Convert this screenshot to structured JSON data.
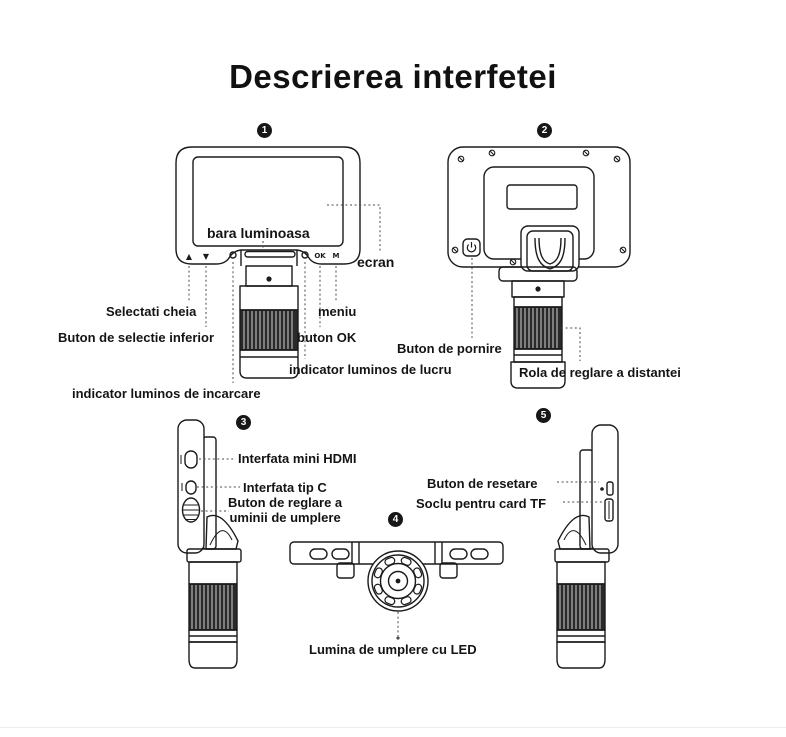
{
  "title": "Descrierea interfetei",
  "figures": [
    {
      "number": "1"
    },
    {
      "number": "2"
    },
    {
      "number": "3"
    },
    {
      "number": "4"
    },
    {
      "number": "5"
    }
  ],
  "bezel": {
    "up": "▲",
    "down": "▼",
    "ok": "OK",
    "menu": "M"
  },
  "labels": {
    "bara_luminoasa": "bara luminoasa",
    "ecran": "ecran",
    "selectati_cheia": "Selectati cheia",
    "buton_selectie_inferior": "Buton de selectie inferior",
    "indicator_incarcare": "indicator luminos de incarcare",
    "meniu": "meniu",
    "buton_ok": "buton OK",
    "indicator_lucru": "indicator luminos de lucru",
    "buton_pornire": "Buton de pornire",
    "rola_distanta": "Rola de reglare a distantei",
    "interfata_hdmi": "Interfata mini HDMI",
    "interfata_tip_c": "Interfata tip C",
    "buton_reglare_lumina": "Buton de reglare a\numinii de umplere",
    "lumina_led": "Lumina de umplere cu LED",
    "buton_resetare": "Buton de resetare",
    "soclu_tf": "Soclu pentru card TF"
  },
  "colors": {
    "ink": "#1b1b1b",
    "label": "#141414",
    "background": "#ffffff"
  }
}
